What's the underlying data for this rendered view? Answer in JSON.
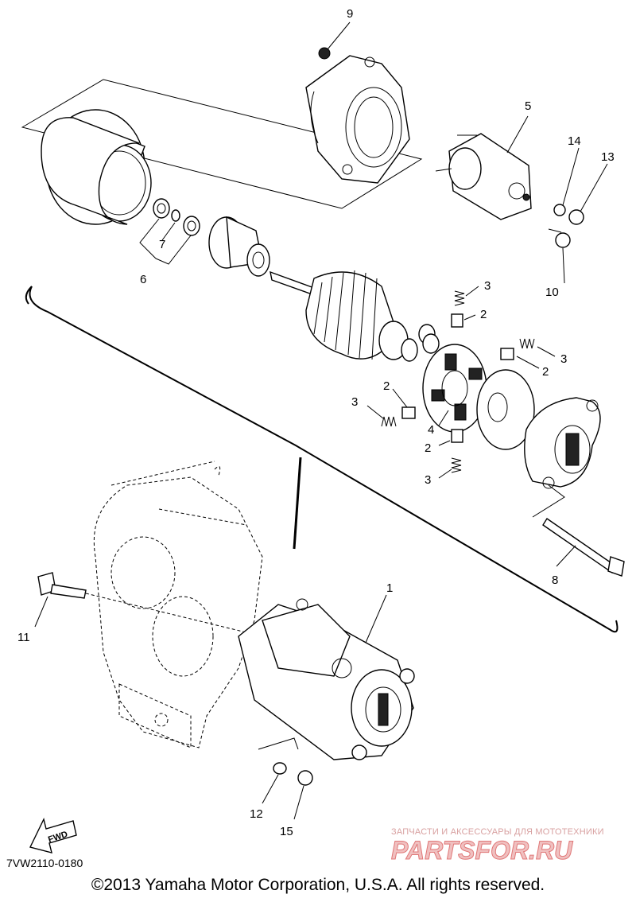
{
  "diagram": {
    "part_code": "7VW2110-0180",
    "copyright": "©2013 Yamaha Motor Corporation, U.S.A. All rights reserved.",
    "fwd_label": "FWD",
    "callouts": [
      "1",
      "2",
      "2",
      "2",
      "2",
      "3",
      "3",
      "3",
      "3",
      "4",
      "5",
      "6",
      "7",
      "8",
      "9",
      "10",
      "11",
      "12",
      "13",
      "14",
      "15"
    ]
  },
  "watermark": {
    "tagline": "ЗАПЧАСТИ И АКСЕССУАРЫ ДЛЯ МОТОТЕХНИКИ",
    "logo_text": "PARTSFOR.RU",
    "color": "#e07878"
  }
}
